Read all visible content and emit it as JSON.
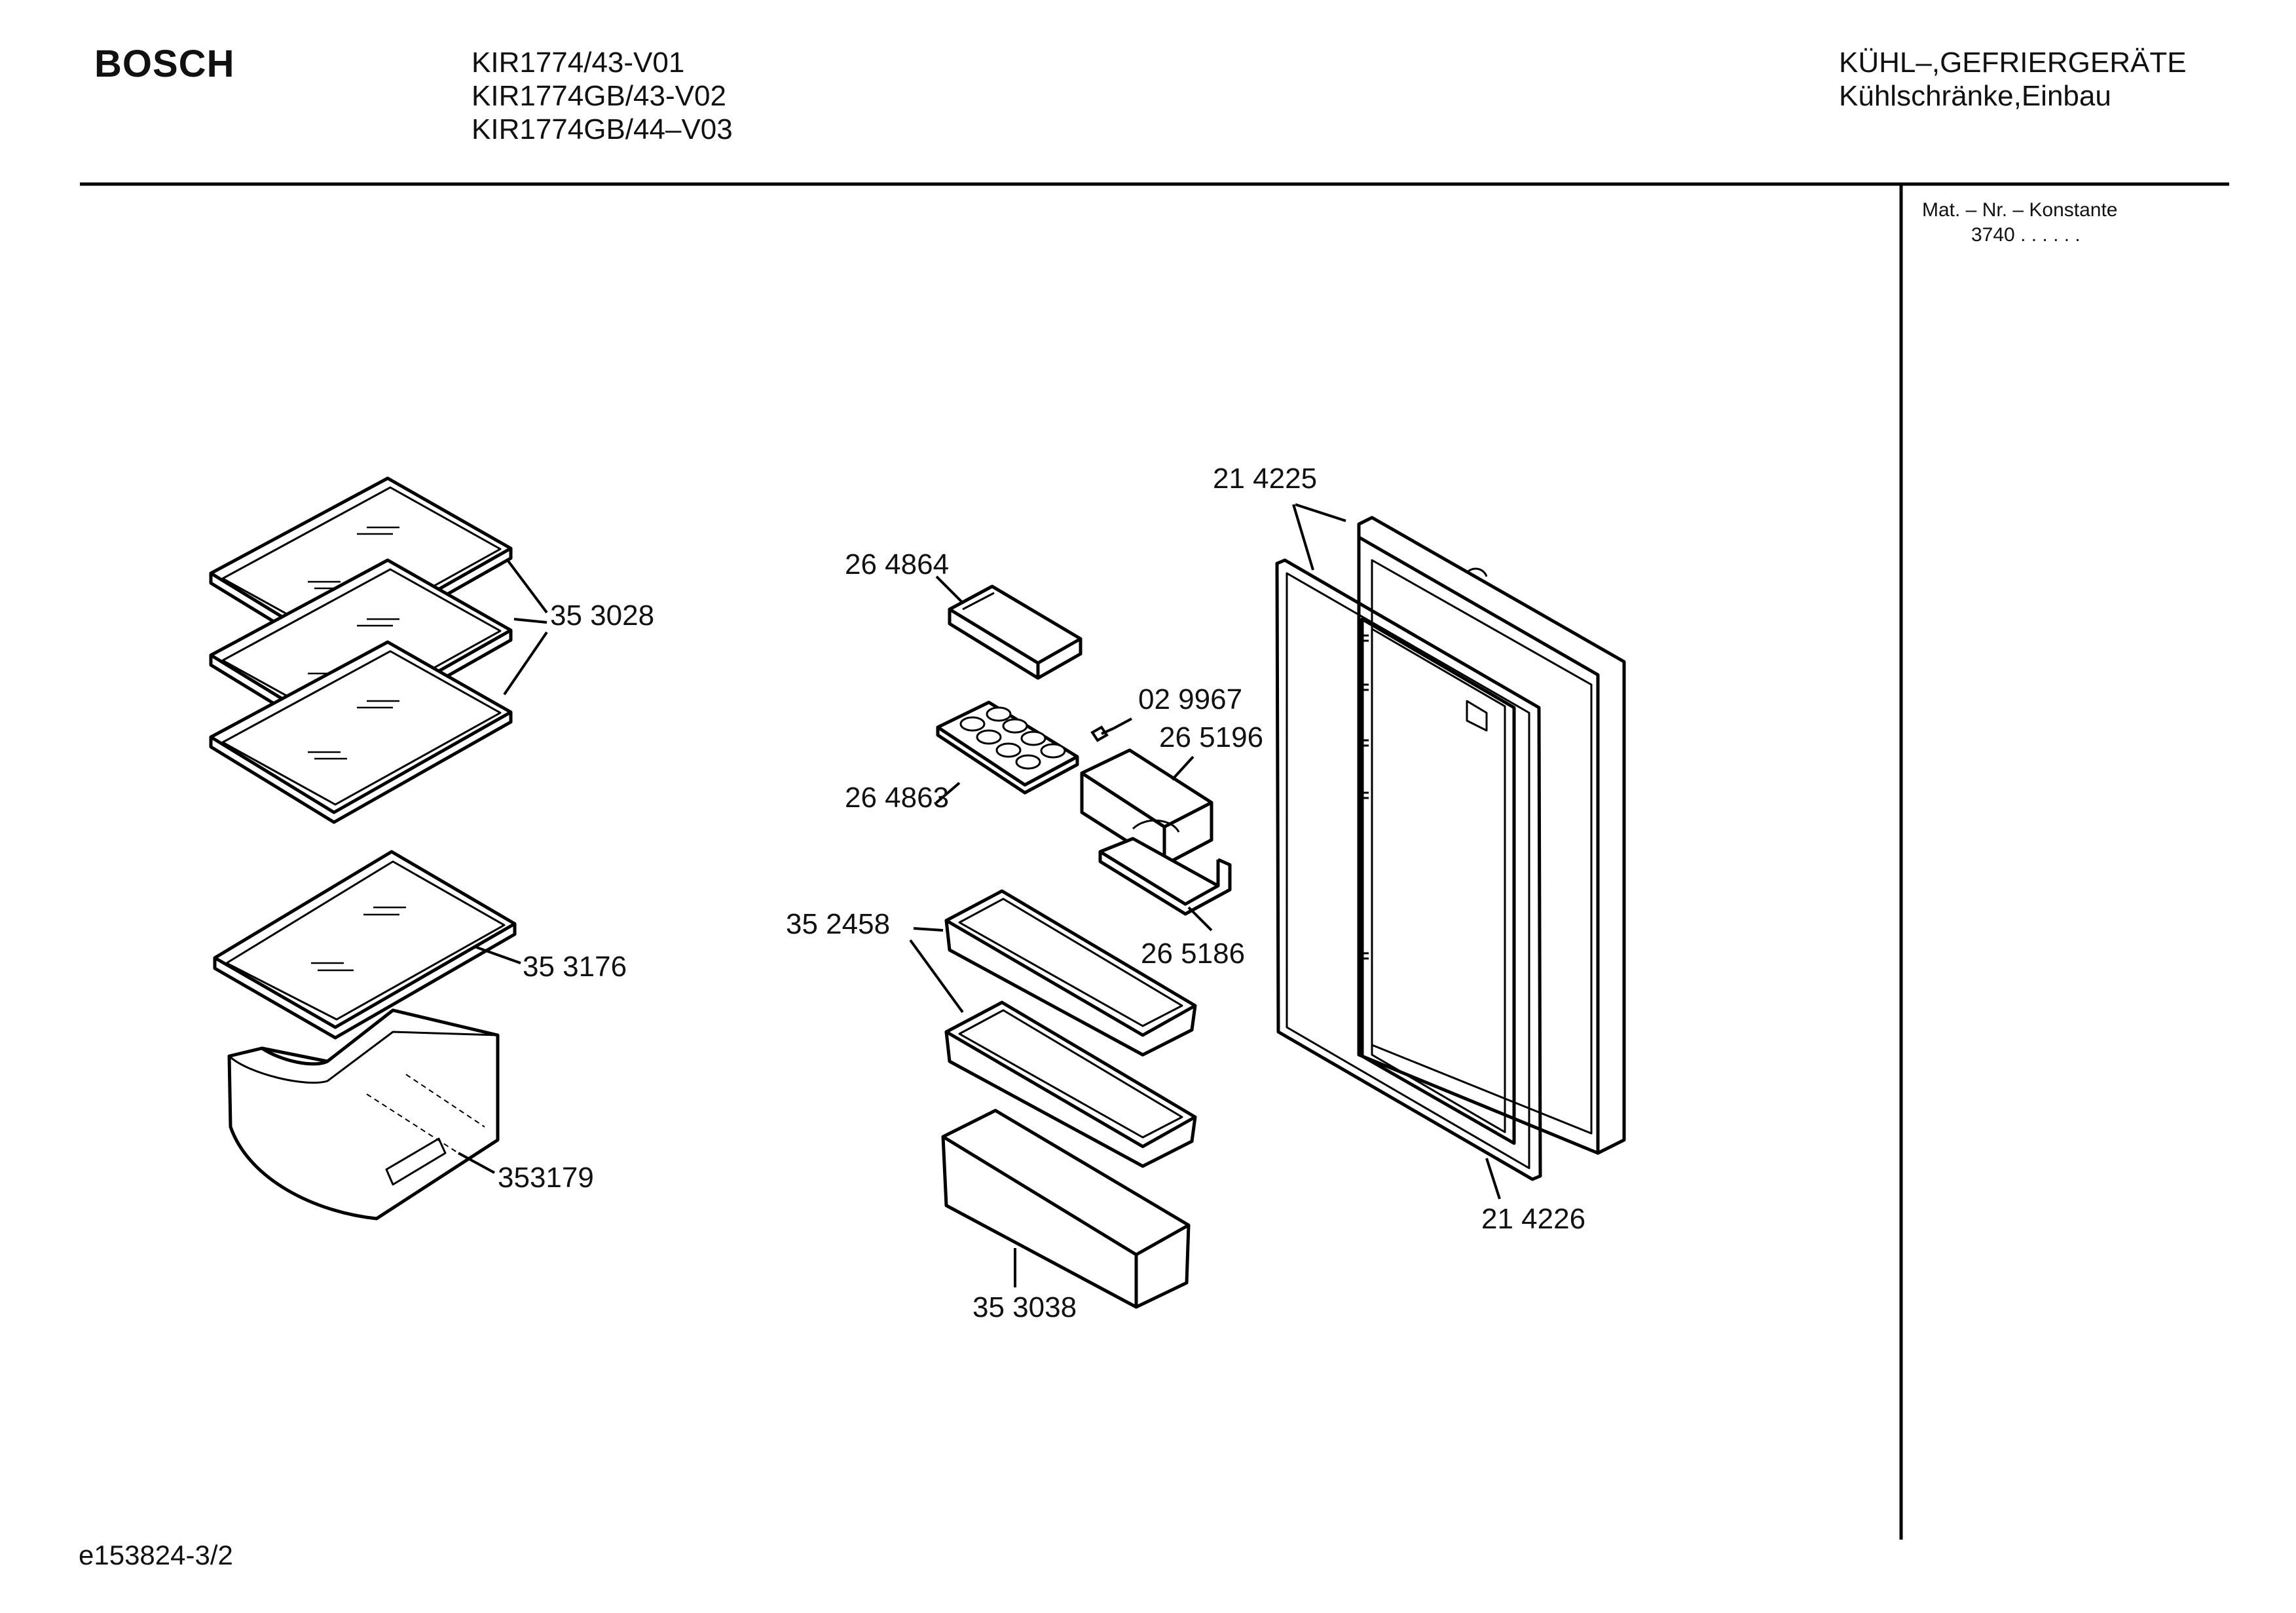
{
  "header": {
    "brand": "BOSCH",
    "models": [
      "KIR1774/43-V01",
      "KIR1774GB/43-V02",
      "KIR1774GB/44–V03"
    ],
    "category": "KÜHL–,GEFRIERGERÄTE",
    "subcategory": "Kühlschränke,Einbau"
  },
  "side_panel": {
    "title": "Mat. – Nr. – Konstante",
    "value": "3740 . .   . . . ."
  },
  "footer": {
    "drawing_id": "e153824-3/2"
  },
  "parts": {
    "shelf_glass": "35 3028",
    "shelf_crisper_cover": "35 3176",
    "crisper_drawer": "353179",
    "butter_box": "26 4864",
    "egg_tray": "26 4863",
    "screw": "02 9967",
    "bottle_holder_top": "26 5196",
    "bottle_holder_base": "26 5186",
    "door_shelf": "35 2458",
    "door_shelf_bottom": "35 3038",
    "door_panel": "21 4225",
    "door_gasket": "21 4226"
  }
}
